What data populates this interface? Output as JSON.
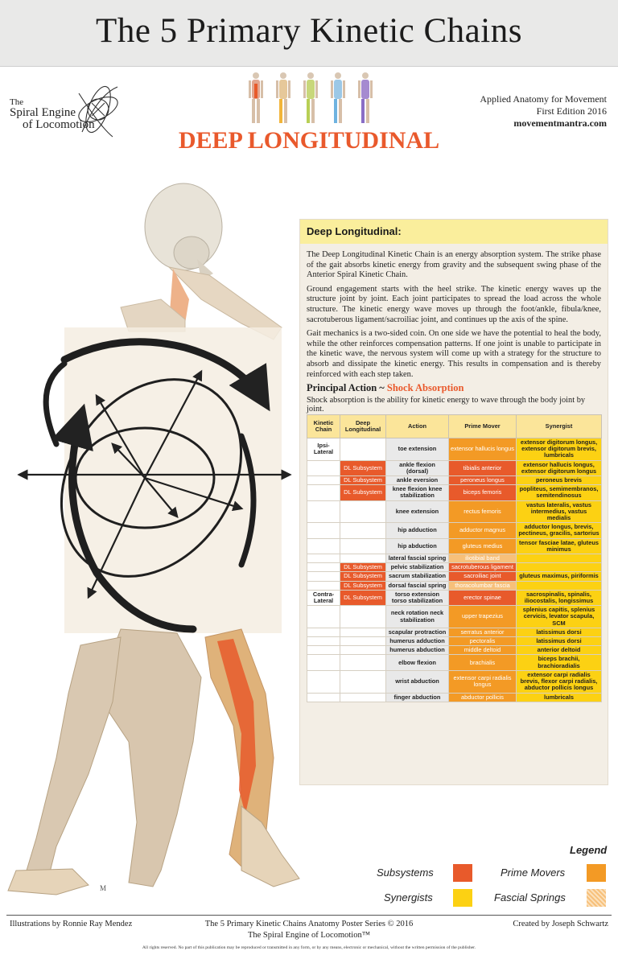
{
  "header": {
    "title": "The 5 Primary Kinetic Chains",
    "logo": {
      "line1": "The",
      "line2": "Spiral Engine",
      "line3": "of Locomotion"
    },
    "subtitle": "DEEP LONGITUDINAL",
    "publication": {
      "line1": "Applied Anatomy for Movement",
      "line2": "First Edition 2016",
      "line3": "movementmantra.com"
    }
  },
  "panel": {
    "heading": "Deep Longitudinal:",
    "paragraphs": [
      "The Deep Longitudinal Kinetic Chain is an energy absorption system. The strike phase of the gait absorbs kinetic energy from gravity and the subsequent swing phase of the Anterior Spiral Kinetic Chain.",
      "Ground engagement starts with the heel strike. The kinetic energy waves up the structure joint by joint. Each joint participates to spread the load across the whole structure. The kinetic energy wave moves up through the foot/ankle, fibula/knee, sacrotuberous ligament/sacroiliac joint, and continues up the axis of the spine.",
      "Gait mechanics is a two-sided coin. On one side we have the potential to heal the body, while the other reinforces compensation patterns. If one joint is unable to participate in the kinetic wave, the nervous system will come up with a strategy for the structure to absorb and dissipate the kinetic energy. This results in compensation and is thereby reinforced with each step taken."
    ],
    "principal_label": "Principal Action ~ ",
    "principal_value": "Shock Absorption",
    "principal_desc": "Shock absorption is the ability for kinetic energy to wave through the body joint by joint."
  },
  "table": {
    "headers": [
      "Kinetic Chain",
      "Deep Longitudinal",
      "Action",
      "Prime Mover",
      "Synergist"
    ],
    "rows": [
      {
        "chain": "Ipsi-Lateral",
        "dl": "",
        "action": "toe extension",
        "prime": "extensor hallucis longus",
        "pm_style": "pm",
        "syn": "extensor digitorum longus, extensor digitorum brevis, lumbricals"
      },
      {
        "chain": "",
        "dl": "DL Subsystem",
        "action": "ankle flexion (dorsal)",
        "prime": "tibialis anterior",
        "pm_style": "pmd",
        "syn": "extensor hallucis longus, extensor digitorum longus"
      },
      {
        "chain": "",
        "dl": "DL Subsystem",
        "action": "ankle eversion",
        "prime": "peroneus longus",
        "pm_style": "pmd",
        "syn": "peroneus brevis"
      },
      {
        "chain": "",
        "dl": "DL Subsystem",
        "action": "knee flexion knee stabilization",
        "prime": "biceps femoris",
        "pm_style": "pmd",
        "syn": "popliteus, semimembranos, semitendinosus"
      },
      {
        "chain": "",
        "dl": "",
        "action": "knee extension",
        "prime": "rectus femoris",
        "pm_style": "pm",
        "syn": "vastus lateralis, vastus intermedius, vastus medialis"
      },
      {
        "chain": "",
        "dl": "",
        "action": "hip adduction",
        "prime": "adductor magnus",
        "pm_style": "pm",
        "syn": "adductor longus, brevis, pectineus, gracilis, sartorius"
      },
      {
        "chain": "",
        "dl": "",
        "action": "hip abduction",
        "prime": "gluteus medius",
        "pm_style": "pm",
        "syn": "tensor fasciae latae, gluteus minimus"
      },
      {
        "chain": "",
        "dl": "",
        "action": "lateral fascial spring",
        "prime": "iliotibial band",
        "pm_style": "fs",
        "syn": ""
      },
      {
        "chain": "",
        "dl": "DL Subsystem",
        "action": "pelvic stabilization",
        "prime": "sacrotuberous ligament",
        "pm_style": "pmd",
        "syn": ""
      },
      {
        "chain": "",
        "dl": "DL Subsystem",
        "action": "sacrum stabilization",
        "prime": "sacroiliac joint",
        "pm_style": "pmd",
        "syn": "gluteus maximus, piriformis"
      },
      {
        "chain": "",
        "dl": "DL Subsystem",
        "action": "dorsal fascial spring",
        "prime": "thoracolumbar fascia",
        "pm_style": "fs",
        "syn": ""
      },
      {
        "chain": "Contra-Lateral",
        "dl": "DL Subsystem",
        "action": "torso extension torso stabilization",
        "prime": "erector spinae",
        "pm_style": "pmd",
        "syn": "sacrospinalis, spinalis, iliocostalis, longissimus"
      },
      {
        "chain": "",
        "dl": "",
        "action": "neck rotation neck stabilization",
        "prime": "upper trapezius",
        "pm_style": "pm",
        "syn": "splenius capitis, splenius cervicis, levator scapula, SCM"
      },
      {
        "chain": "",
        "dl": "",
        "action": "scapular protraction",
        "prime": "serratus anterior",
        "pm_style": "pm",
        "syn": "latissimus dorsi"
      },
      {
        "chain": "",
        "dl": "",
        "action": "humerus adduction",
        "prime": "pectoralis",
        "pm_style": "pm",
        "syn": "latissimus dorsi"
      },
      {
        "chain": "",
        "dl": "",
        "action": "humerus abduction",
        "prime": "middle deltoid",
        "pm_style": "pm",
        "syn": "anterior deltoid"
      },
      {
        "chain": "",
        "dl": "",
        "action": "elbow flexion",
        "prime": "brachialis",
        "pm_style": "pm",
        "syn": "biceps brachii, brachioradialis"
      },
      {
        "chain": "",
        "dl": "",
        "action": "wrist abduction",
        "prime": "extensor carpi radialis longus",
        "pm_style": "pm",
        "syn": "extensor carpi radialis brevis, flexor carpi radialis, abductor pollicis longus"
      },
      {
        "chain": "",
        "dl": "",
        "action": "finger abduction",
        "prime": "abductor pollicis",
        "pm_style": "pm",
        "syn": "lumbricals"
      }
    ]
  },
  "legend": {
    "title": "Legend",
    "subsystems": "Subsystems",
    "prime_movers": "Prime Movers",
    "synergists": "Synergists",
    "fascial_springs": "Fascial Springs",
    "colors": {
      "subsystems": "#e85a2b",
      "prime_movers": "#f39a25",
      "synergists": "#fcd113",
      "fascial_springs": "#f7c07a"
    }
  },
  "footer": {
    "left": "Illustrations by Ronnie Ray Mendez",
    "center1": "The 5 Primary Kinetic Chains Anatomy Poster Series © 2016",
    "center2": "The Spiral Engine of Locomotion™",
    "right": "Created by Joseph Schwartz",
    "rights": "All rights reserved. No part of this publication may be reproduced or transmitted in any form, or by any means, electronic or mechanical, without the written permission of the publisher."
  }
}
